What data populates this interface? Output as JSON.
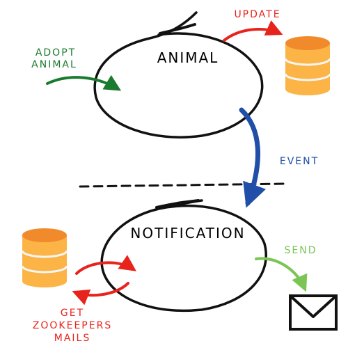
{
  "diagram": {
    "top_service": {
      "label": "ANIMAL"
    },
    "bottom_service": {
      "label": "NOTIFICATION"
    },
    "actions": {
      "adopt": {
        "line1": "ADOPT",
        "line2": "ANIMAL",
        "color": "#1a7a2e"
      },
      "update": {
        "label": "UPDATE",
        "color": "#e8231c"
      },
      "event": {
        "label": "EVENT",
        "color": "#1f4fa6"
      },
      "send": {
        "label": "SEND",
        "color": "#7ac553"
      },
      "get_mails": {
        "line1": "GET",
        "line2": "ZOOKEEPERS",
        "line3": "MAILS",
        "color": "#e8231c"
      }
    },
    "icons": {
      "top_db": "database-icon",
      "bottom_db": "database-icon",
      "mail": "envelope-icon"
    },
    "colors": {
      "db_top": "#f08a2b",
      "db_body": "#fbb445",
      "db_line": "#f6f6f6",
      "ink": "#111111"
    }
  }
}
